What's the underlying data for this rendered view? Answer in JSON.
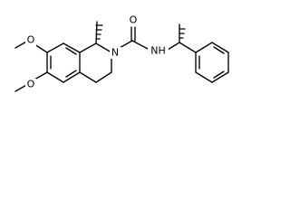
{
  "atoms": {
    "o_top": "O",
    "o_bottom": "O",
    "n_ring": "N",
    "o_carbonyl": "O",
    "nh": "NH"
  },
  "colors": {
    "bond": "#000000",
    "background": "#ffffff"
  }
}
